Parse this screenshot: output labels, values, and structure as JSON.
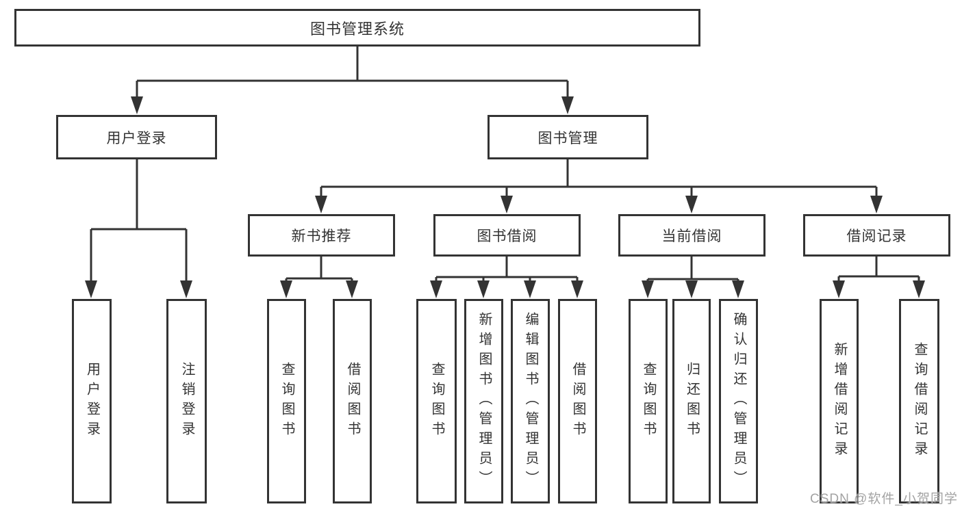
{
  "diagram": {
    "root": {
      "label": "图书管理系统",
      "children": [
        {
          "label": "用户登录",
          "children": [
            {
              "label": "用户登录"
            },
            {
              "label": "注销登录"
            }
          ]
        },
        {
          "label": "图书管理",
          "children": [
            {
              "label": "新书推荐",
              "children": [
                {
                  "label": "查询图书"
                },
                {
                  "label": "借阅图书"
                }
              ]
            },
            {
              "label": "图书借阅",
              "children": [
                {
                  "label": "查询图书"
                },
                {
                  "label": "新增图书（管理员）"
                },
                {
                  "label": "编辑图书（管理员）"
                },
                {
                  "label": "借阅图书"
                }
              ]
            },
            {
              "label": "当前借阅",
              "children": [
                {
                  "label": "查询图书"
                },
                {
                  "label": "归还图书"
                },
                {
                  "label": "确认归还（管理员）"
                }
              ]
            },
            {
              "label": "借阅记录",
              "children": [
                {
                  "label": "新增借阅记录"
                },
                {
                  "label": "查询借阅记录"
                }
              ]
            }
          ]
        }
      ]
    }
  },
  "watermark": {
    "text": "CSDN @软件_小贺同学"
  },
  "colors": {
    "line": "#333333",
    "box_border": "#333333",
    "text": "#333333",
    "watermark": "#a3a3a3",
    "background": "#ffffff"
  }
}
